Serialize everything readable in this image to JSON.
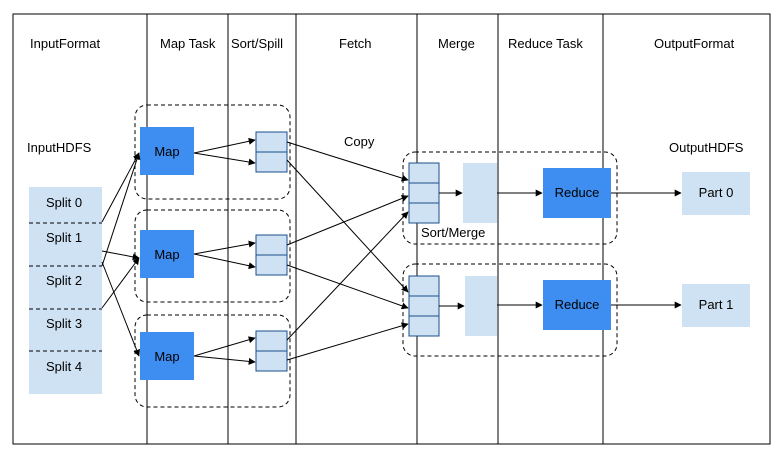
{
  "columns": [
    "InputFormat",
    "Map Task",
    "Sort/Spill",
    "Fetch",
    "Merge",
    "Reduce Task",
    "OutputFormat"
  ],
  "labels": {
    "input_hdfs": "InputHDFS",
    "output_hdfs": "OutputHDFS",
    "copy": "Copy",
    "sort_merge": "Sort/Merge"
  },
  "splits": [
    "Split 0",
    "Split 1",
    "Split 2",
    "Split 3",
    "Split 4"
  ],
  "maps": [
    "Map",
    "Map",
    "Map"
  ],
  "reduces": [
    "Reduce",
    "Reduce"
  ],
  "parts": [
    "Part 0",
    "Part 1"
  ],
  "colors": {
    "light_blue": "#cfe2f3",
    "box_blue": "#3d8ef0",
    "buffer_blue": "#cfe2f3",
    "buffer_border": "#1a4f8a",
    "line": "#000000"
  }
}
